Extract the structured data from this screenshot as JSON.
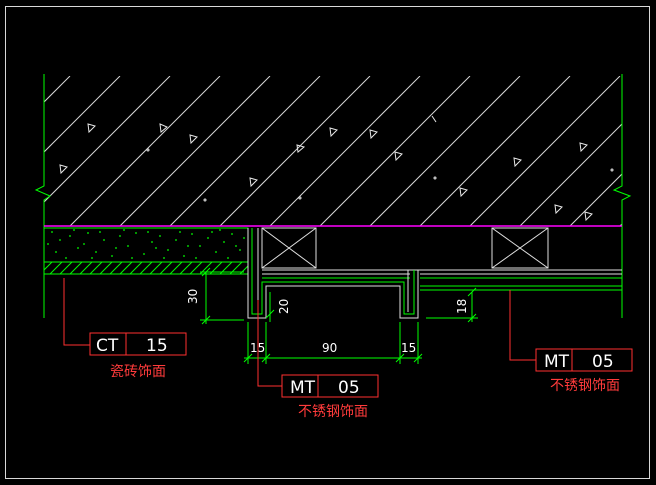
{
  "drawing": {
    "tags": [
      {
        "code": "CT",
        "num": "15",
        "note": "瓷砖饰面"
      },
      {
        "code": "MT",
        "num": "05",
        "note": "不锈钢饰面"
      },
      {
        "code": "MT",
        "num": "05",
        "note": "不锈钢饰面"
      }
    ],
    "dimensions": {
      "slab_offset": "30",
      "left_groove_depth": "20",
      "left_groove_width": "15",
      "center_span": "90",
      "right_groove_width": "15",
      "right_groove_depth": "18"
    },
    "colors": {
      "background": "#000000",
      "concrete_hatch": "#e0e0e0",
      "structure_green": "#00ff00",
      "finish_magenta": "#ff00ff",
      "tag_box": "#ff3030",
      "tag_text": "#ffffff",
      "note_text": "#ff3b3b",
      "dimension_text": "#ffffff",
      "dimension_line": "#00ff00"
    }
  }
}
